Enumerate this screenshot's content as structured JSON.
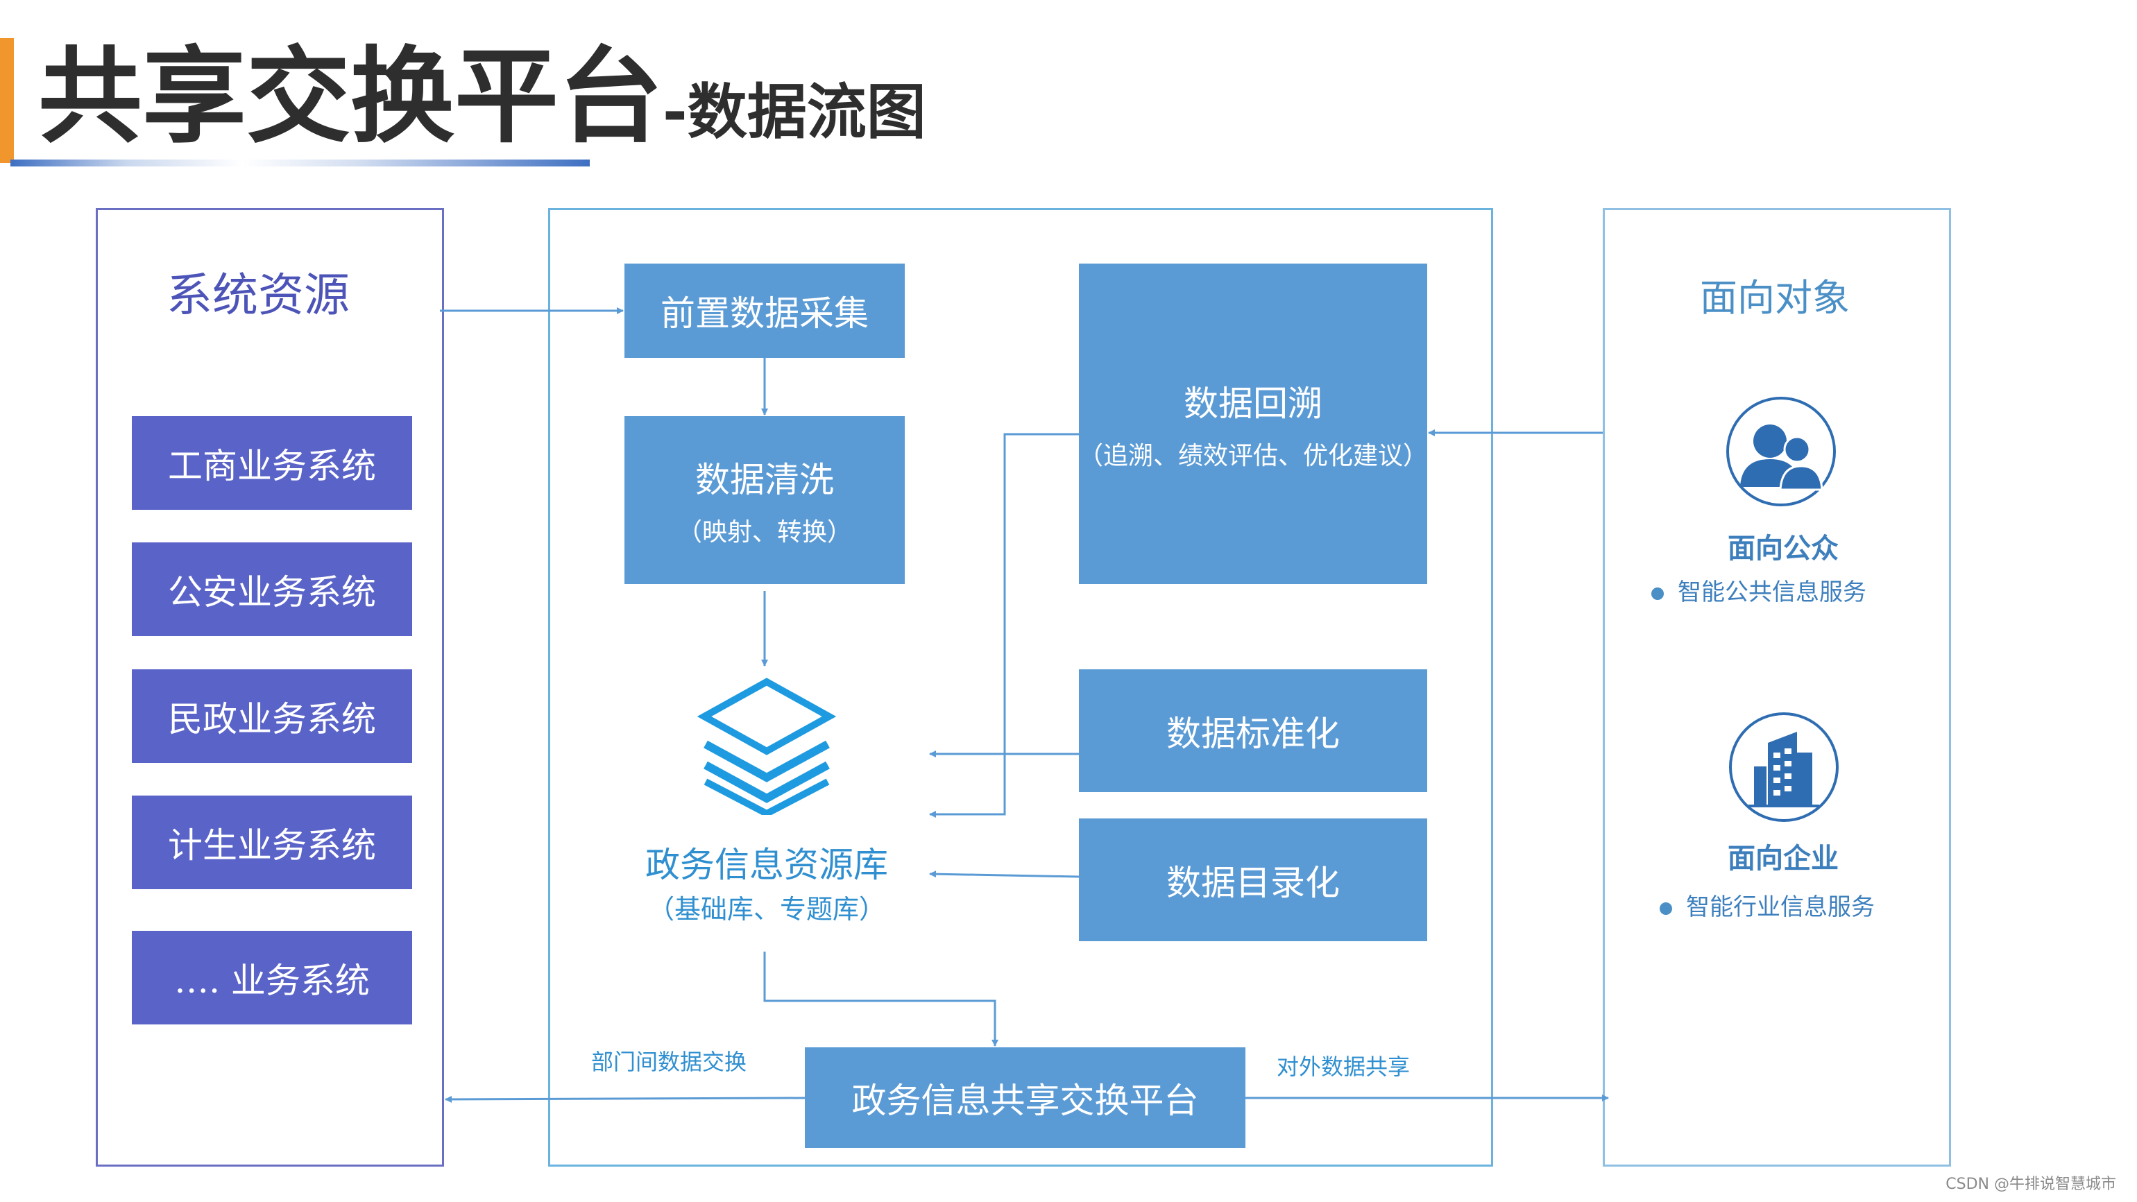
{
  "title": {
    "main": "共享交换平台",
    "sub": "-数据流图"
  },
  "left_panel": {
    "title": "系统资源",
    "systems": [
      "工商业务系统",
      "公安业务系统",
      "民政业务系统",
      "计生业务系统",
      "…. 业务系统"
    ]
  },
  "middle_panel": {
    "collect": "前置数据采集",
    "clean": {
      "main": "数据清洗",
      "note": "（映射、转换）"
    },
    "trace": {
      "main": "数据回溯",
      "note": "（追溯、绩效评估、优化建议）"
    },
    "standardize": "数据标准化",
    "catalog": "数据目录化",
    "library": {
      "main": "政务信息资源库",
      "note": "（基础库、专题库）"
    },
    "platform": "政务信息共享交换平台",
    "label_internal": "部门间数据交换",
    "label_external": "对外数据共享"
  },
  "right_panel": {
    "title": "面向对象",
    "audiences": [
      {
        "label": "面向公众",
        "service": "智能公共信息服务",
        "icon": "people-icon"
      },
      {
        "label": "面向企业",
        "service": "智能行业信息服务",
        "icon": "building-icon"
      }
    ]
  },
  "watermark": "CSDN @牛排说智慧城市",
  "colors": {
    "accent": "#f0962c",
    "system_box": "#5a63c8",
    "process_box": "#5b9bd5",
    "arrow": "#5b9bd5",
    "library_text": "#2f8fd0"
  }
}
